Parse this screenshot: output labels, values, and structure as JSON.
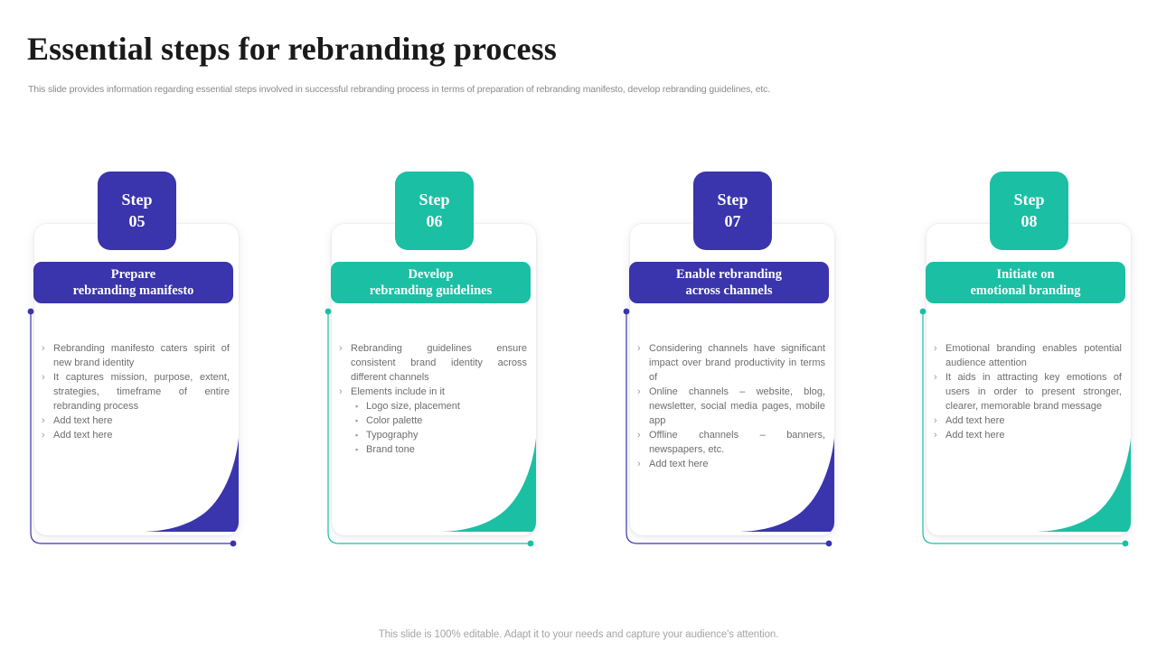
{
  "header": {
    "title": "Essential steps for rebranding process",
    "subtitle": "This slide provides information regarding essential steps involved in successful rebranding process in terms of preparation of rebranding manifesto, develop rebranding guidelines, etc."
  },
  "footer": {
    "note": "This slide is 100% editable. Adapt it to your needs and capture your audience's attention."
  },
  "colors": {
    "blue": "#3a34ad",
    "teal": "#1bbfa4",
    "body_text": "#6d6d6d",
    "title_text": "#1a1a1a",
    "subtitle_text": "#8b8b8b",
    "footer_text": "#a5a5a5",
    "card_background": "#ffffff",
    "page_background": "#ffffff"
  },
  "bullet_marks": {
    "level1": "›",
    "level2": "▪"
  },
  "steps": [
    {
      "step_word": "Step",
      "step_number": "05",
      "title_line1": "Prepare",
      "title_line2": "rebranding manifesto",
      "accent": "#3a34ad",
      "bullets": [
        {
          "level": 1,
          "text": "Rebranding manifesto caters spirit of new brand identity"
        },
        {
          "level": 1,
          "text": "It captures mission, purpose, extent, strategies, timeframe of entire rebranding process"
        },
        {
          "level": 1,
          "text": "Add text here"
        },
        {
          "level": 1,
          "text": "Add text here"
        }
      ]
    },
    {
      "step_word": "Step",
      "step_number": "06",
      "title_line1": "Develop",
      "title_line2": "rebranding guidelines",
      "accent": "#1bbfa4",
      "bullets": [
        {
          "level": 1,
          "text": "Rebranding guidelines ensure consistent brand identity across different channels"
        },
        {
          "level": 1,
          "text": "Elements include in it"
        },
        {
          "level": 2,
          "text": "Logo size, placement"
        },
        {
          "level": 2,
          "text": "Color palette"
        },
        {
          "level": 2,
          "text": "Typography"
        },
        {
          "level": 2,
          "text": "Brand tone"
        }
      ]
    },
    {
      "step_word": "Step",
      "step_number": "07",
      "title_line1": "Enable rebranding",
      "title_line2": "across channels",
      "accent": "#3a34ad",
      "bullets": [
        {
          "level": 1,
          "text": "Considering channels have significant impact over brand productivity in terms of"
        },
        {
          "level": 1,
          "text": "Online channels – website, blog, newsletter, social media pages, mobile app"
        },
        {
          "level": 1,
          "text": "Offline channels – banners, newspapers, etc."
        },
        {
          "level": 1,
          "text": "Add text here"
        }
      ]
    },
    {
      "step_word": "Step",
      "step_number": "08",
      "title_line1": "Initiate on",
      "title_line2": "emotional branding",
      "accent": "#1bbfa4",
      "bullets": [
        {
          "level": 1,
          "text": "Emotional branding enables potential audience attention"
        },
        {
          "level": 1,
          "text": "It aids in attracting key emotions of users in order to present stronger, clearer, memorable brand message"
        },
        {
          "level": 1,
          "text": "Add text here"
        },
        {
          "level": 1,
          "text": "Add text here"
        }
      ]
    }
  ]
}
